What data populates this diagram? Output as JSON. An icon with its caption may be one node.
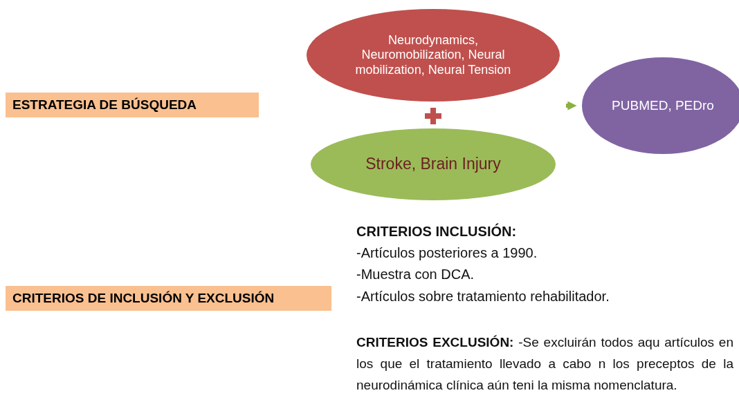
{
  "diagram": {
    "nodes": [
      {
        "text": [
          "ESTRATEGIA DE BÚSQUEDA"
        ]
      },
      {
        "text": [
          "Neurodynamics, Neuromobilization, Neural mobilization, Neural Tension"
        ]
      },
      {
        "text": [
          "Stroke, Brain Injury"
        ]
      },
      {
        "text": [
          "PUBMED, PEDro"
        ]
      },
      {
        "text": [
          "CRITERIOS DE INCLUSIÓN Y EXCLUSIÓN"
        ]
      }
    ],
    "edges": [
      {
        "from": null,
        "to": 3,
        "arrow": "to"
      }
    ],
    "labels": [
      "CRITERIOS INCLUSIÓN:",
      "-Artículos posteriores a 1990.",
      "-Muestra con DCA.",
      "-Artículos sobre tratamiento rehabilitador.",
      "**CRITERIOS EXCLUSIÓN:** -Se excluirán todos aqu artículos en los que el tratamiento llevado a cabo n los preceptos de la neurodinámica clínica aún teni la misma nomenclatura."
    ]
  }
}
